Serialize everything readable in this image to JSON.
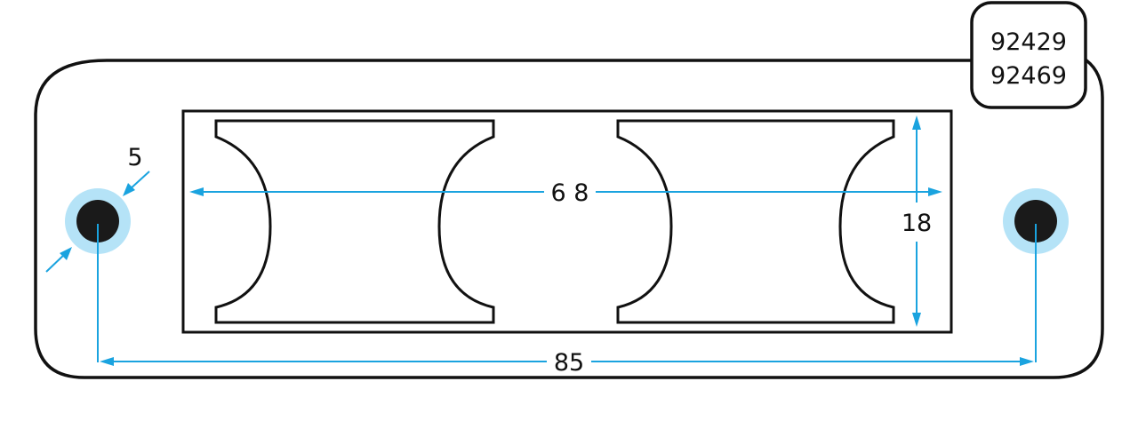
{
  "part_numbers": [
    "92429",
    "92469"
  ],
  "dimensions": {
    "hole_diameter": "5",
    "inner_width": "6 8",
    "inner_height": "18",
    "hole_spacing": "85"
  },
  "colors": {
    "dimension_line": "#1aa3df",
    "hole_ring": "#b5e3f7",
    "hole": "#1a1a1a",
    "outline": "#111111"
  }
}
